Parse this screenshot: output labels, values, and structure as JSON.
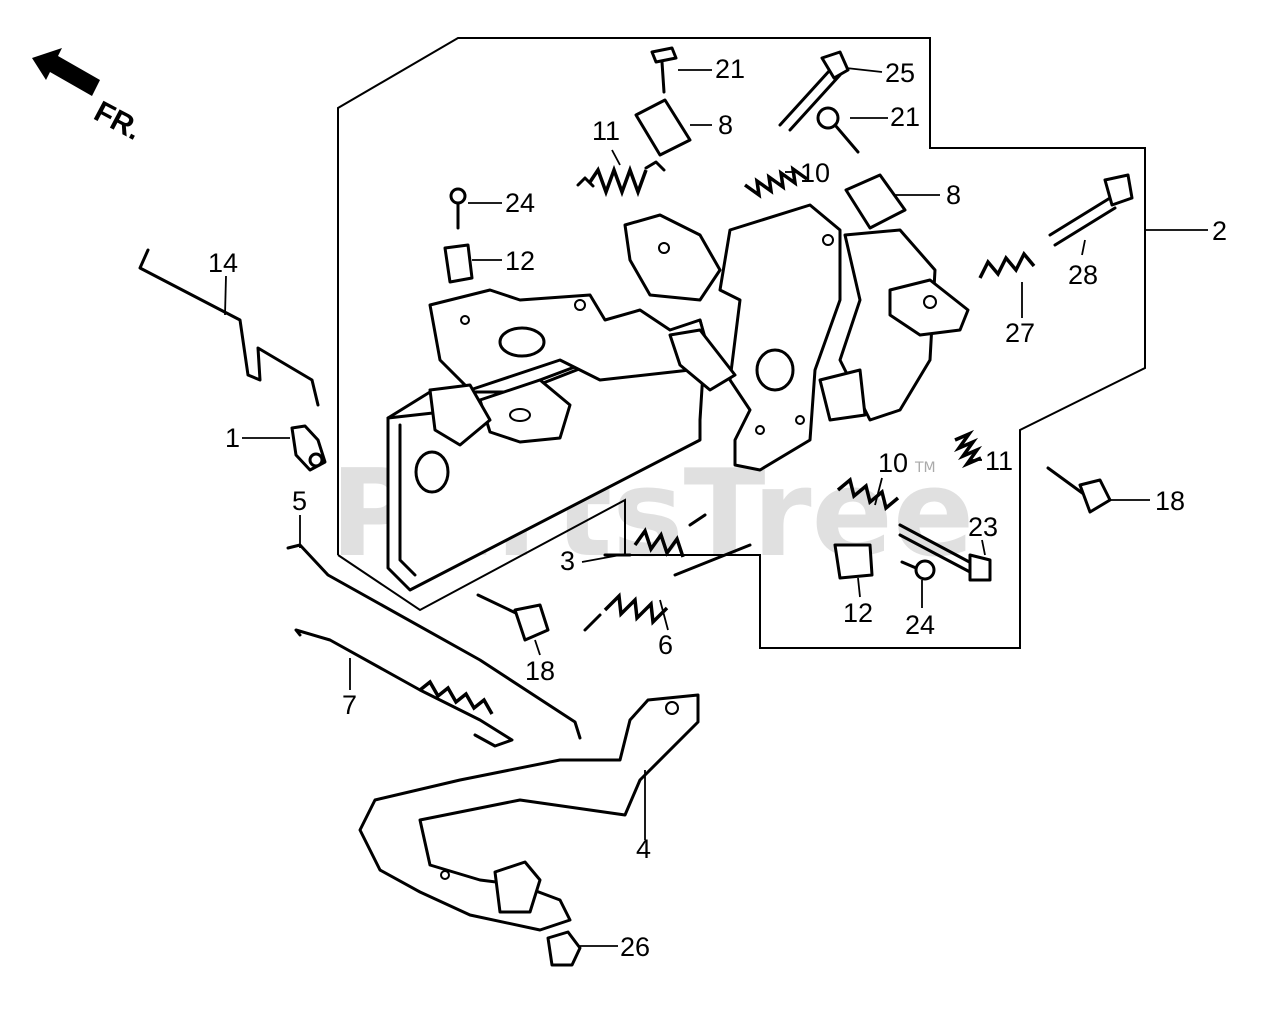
{
  "watermark": {
    "text": "PartsTree",
    "trademark": "TM"
  },
  "direction_label": "FR.",
  "callouts": [
    {
      "id": "21a",
      "text": "21"
    },
    {
      "id": "25",
      "text": "25"
    },
    {
      "id": "8a",
      "text": "8"
    },
    {
      "id": "21b",
      "text": "21"
    },
    {
      "id": "11a",
      "text": "11"
    },
    {
      "id": "10a",
      "text": "10"
    },
    {
      "id": "8b",
      "text": "8"
    },
    {
      "id": "24a",
      "text": "24"
    },
    {
      "id": "2",
      "text": "2"
    },
    {
      "id": "14",
      "text": "14"
    },
    {
      "id": "12a",
      "text": "12"
    },
    {
      "id": "28",
      "text": "28"
    },
    {
      "id": "27",
      "text": "27"
    },
    {
      "id": "1",
      "text": "1"
    },
    {
      "id": "10b",
      "text": "10"
    },
    {
      "id": "11b",
      "text": "11"
    },
    {
      "id": "18a",
      "text": "18"
    },
    {
      "id": "5",
      "text": "5"
    },
    {
      "id": "23",
      "text": "23"
    },
    {
      "id": "3",
      "text": "3"
    },
    {
      "id": "12b",
      "text": "12"
    },
    {
      "id": "24b",
      "text": "24"
    },
    {
      "id": "6",
      "text": "6"
    },
    {
      "id": "18b",
      "text": "18"
    },
    {
      "id": "7",
      "text": "7"
    },
    {
      "id": "4",
      "text": "4"
    },
    {
      "id": "26",
      "text": "26"
    }
  ]
}
